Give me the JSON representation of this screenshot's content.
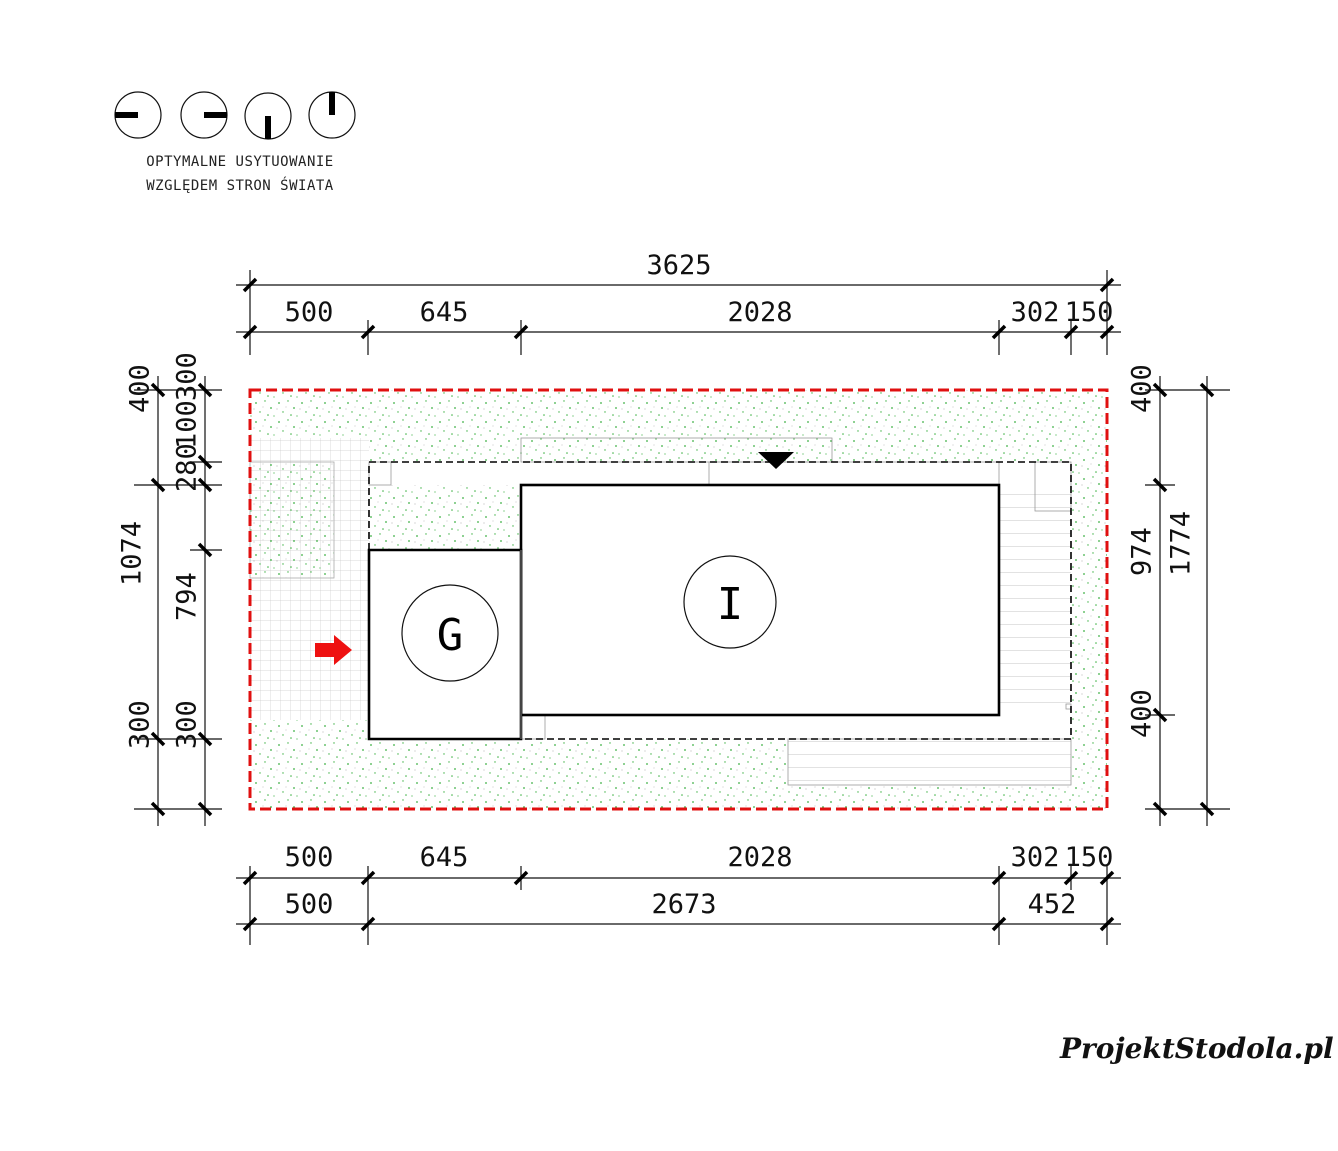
{
  "orientation_legend": {
    "caption_line1": "OPTYMALNE USYTUOWANIE",
    "caption_line2": "WZGLĘDEM STRON ŚWIATA",
    "icons": [
      "compass-west-icon",
      "compass-east-icon",
      "compass-south-icon",
      "compass-north-icon"
    ]
  },
  "dimensions": {
    "top_total": "3625",
    "top_segments": [
      "500",
      "645",
      "2028",
      "302",
      "150"
    ],
    "bottom_segments": [
      "500",
      "645",
      "2028",
      "302",
      "150"
    ],
    "bottom_totals": [
      "500",
      "2673",
      "452"
    ],
    "left_outer": [
      "400",
      "1074",
      "300"
    ],
    "left_inner": [
      "300",
      "100",
      "280",
      "794",
      "300"
    ],
    "right_inner": [
      "400",
      "974",
      "400"
    ],
    "right_total": "1774"
  },
  "labels": {
    "garage": "G",
    "house": "I"
  },
  "colors": {
    "plot_border": "#e01010",
    "grass": "#3cb043",
    "entry_arrow": "#ee1111"
  },
  "logo": "ProjektStodola.pl"
}
